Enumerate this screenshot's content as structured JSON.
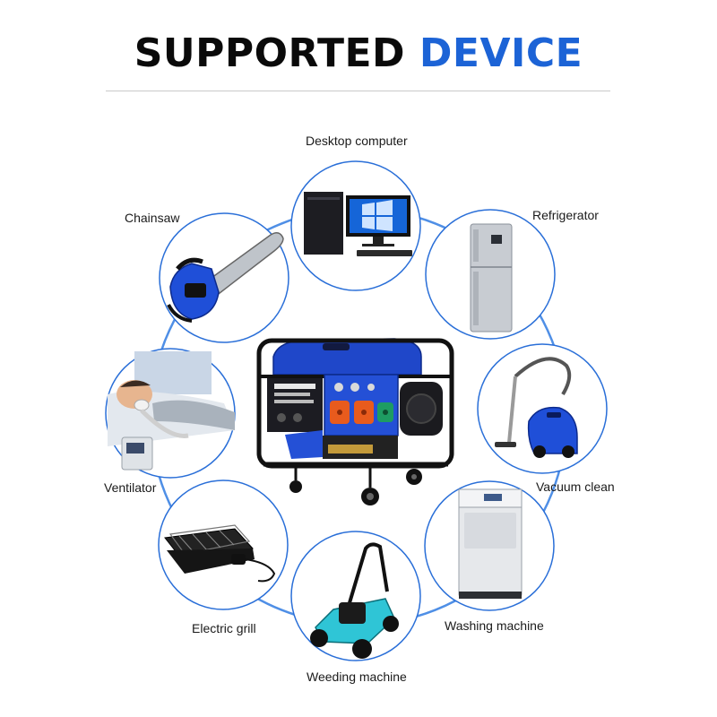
{
  "header": {
    "title_part1": "SUPPORTED",
    "title_part2": "DEVICE"
  },
  "colors": {
    "accent": "#1c63d6",
    "circle_stroke": "#2a6fd8",
    "ring": "#4f8fe6"
  },
  "center": {
    "icon": "portable-generator-icon"
  },
  "devices": [
    {
      "label": "Desktop computer",
      "icon": "desktop-computer-icon"
    },
    {
      "label": "Refrigerator",
      "icon": "refrigerator-icon"
    },
    {
      "label": "Vacuum clean",
      "icon": "vacuum-cleaner-icon"
    },
    {
      "label": "Washing machine",
      "icon": "washing-machine-icon"
    },
    {
      "label": "Weeding machine",
      "icon": "lawn-mower-icon"
    },
    {
      "label": "Electric grill",
      "icon": "electric-grill-icon"
    },
    {
      "label": "Ventilator",
      "icon": "ventilator-icon"
    },
    {
      "label": "Chainsaw",
      "icon": "chainsaw-icon"
    }
  ]
}
